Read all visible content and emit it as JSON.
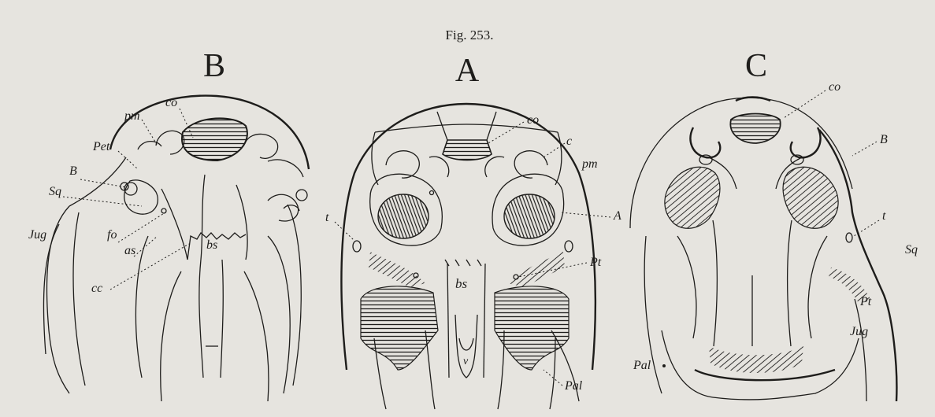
{
  "figure_title": "Fig. 253.",
  "panels": {
    "B": {
      "letter": "B",
      "labels": {
        "co": "co",
        "pm": "pm",
        "Pet": "Pet",
        "B": "B",
        "Sq": "Sq",
        "Jug": "Jug",
        "fo": "fo",
        "as": "as",
        "bs": "bs",
        "cc": "cc"
      }
    },
    "A": {
      "letter": "A",
      "labels": {
        "co": "co",
        "c": "c",
        "pm": "pm",
        "t": "t",
        "A": "A",
        "bs": "bs",
        "Pt": "Pt",
        "v": "v",
        "Pal": "Pal"
      }
    },
    "C": {
      "letter": "C",
      "labels": {
        "co": "co",
        "B": "B",
        "t": "t",
        "Sq": "Sq",
        "Pt": "Pt",
        "Jug": "Jug",
        "Pal": "Pal"
      }
    }
  }
}
